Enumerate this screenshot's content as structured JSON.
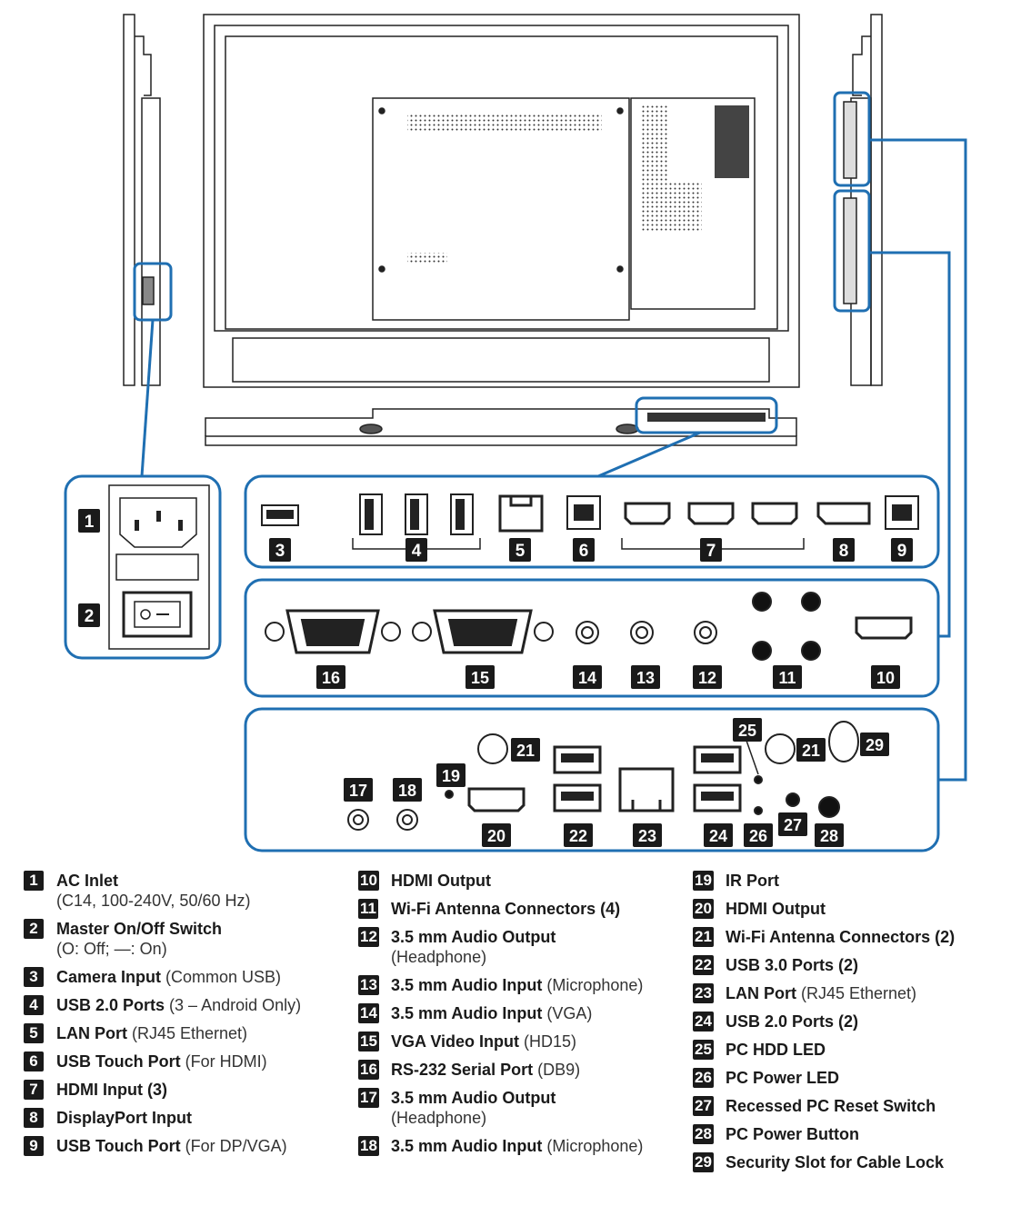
{
  "colors": {
    "accent": "#1f6fb2",
    "badge": "#1a1a1a",
    "line": "#222222"
  },
  "badges": {
    "b1": "1",
    "b2": "2",
    "b3": "3",
    "b4": "4",
    "b5": "5",
    "b6": "6",
    "b7": "7",
    "b8": "8",
    "b9": "9",
    "b10": "10",
    "b11": "11",
    "b12": "12",
    "b13": "13",
    "b14": "14",
    "b15": "15",
    "b16": "16",
    "b17": "17",
    "b18": "18",
    "b19": "19",
    "b20": "20",
    "b21a": "21",
    "b21b": "21",
    "b22": "22",
    "b23": "23",
    "b24": "24",
    "b25": "25",
    "b26": "26",
    "b27": "27",
    "b28": "28",
    "b29": "29"
  },
  "legend": [
    [
      {
        "num": "1",
        "name": "AC Inlet",
        "note": "",
        "note2": "(C14, 100-240V, 50/60 Hz)"
      },
      {
        "num": "2",
        "name": "Master On/Off Switch",
        "note": "",
        "note2": "(O: Off; —: On)"
      },
      {
        "num": "3",
        "name": "Camera Input",
        "note": " (Common USB)",
        "note2": ""
      },
      {
        "num": "4",
        "name": "USB 2.0 Ports",
        "note": " (3 – Android Only)",
        "note2": ""
      },
      {
        "num": "5",
        "name": "LAN Port",
        "note": " (RJ45 Ethernet)",
        "note2": ""
      },
      {
        "num": "6",
        "name": "USB Touch Port",
        "note": " (For HDMI)",
        "note2": ""
      },
      {
        "num": "7",
        "name": "HDMI Input (3)",
        "note": "",
        "note2": ""
      },
      {
        "num": "8",
        "name": "DisplayPort Input",
        "note": "",
        "note2": ""
      },
      {
        "num": "9",
        "name": "USB Touch Port",
        "note": " (For DP/VGA)",
        "note2": ""
      }
    ],
    [
      {
        "num": "10",
        "name": "HDMI Output",
        "note": "",
        "note2": ""
      },
      {
        "num": "11",
        "name": "Wi-Fi Antenna Connectors (4)",
        "note": "",
        "note2": ""
      },
      {
        "num": "12",
        "name": "3.5 mm Audio Output",
        "note": "",
        "note2": "(Headphone)"
      },
      {
        "num": "13",
        "name": "3.5 mm Audio Input",
        "note": " (Microphone)",
        "note2": ""
      },
      {
        "num": "14",
        "name": "3.5 mm Audio Input",
        "note": " (VGA)",
        "note2": ""
      },
      {
        "num": "15",
        "name": "VGA Video Input",
        "note": " (HD15)",
        "note2": ""
      },
      {
        "num": "16",
        "name": "RS-232 Serial Port",
        "note": " (DB9)",
        "note2": ""
      },
      {
        "num": "17",
        "name": "3.5 mm Audio Output",
        "note": "",
        "note2": "(Headphone)"
      },
      {
        "num": "18",
        "name": "3.5 mm Audio Input",
        "note": " (Microphone)",
        "note2": ""
      }
    ],
    [
      {
        "num": "19",
        "name": "IR Port",
        "note": "",
        "note2": ""
      },
      {
        "num": "20",
        "name": "HDMI Output",
        "note": "",
        "note2": ""
      },
      {
        "num": "21",
        "name": "Wi-Fi Antenna Connectors (2)",
        "note": "",
        "note2": ""
      },
      {
        "num": "22",
        "name": "USB 3.0 Ports (2)",
        "note": "",
        "note2": ""
      },
      {
        "num": "23",
        "name": "LAN Port",
        "note": " (RJ45 Ethernet)",
        "note2": ""
      },
      {
        "num": "24",
        "name": "USB 2.0 Ports (2)",
        "note": "",
        "note2": ""
      },
      {
        "num": "25",
        "name": "PC HDD LED",
        "note": "",
        "note2": ""
      },
      {
        "num": "26",
        "name": "PC Power LED",
        "note": "",
        "note2": ""
      },
      {
        "num": "27",
        "name": "Recessed PC Reset Switch",
        "note": "",
        "note2": ""
      },
      {
        "num": "28",
        "name": "PC Power Button",
        "note": "",
        "note2": ""
      },
      {
        "num": "29",
        "name": "Security Slot for Cable Lock",
        "note": "",
        "note2": ""
      }
    ]
  ]
}
